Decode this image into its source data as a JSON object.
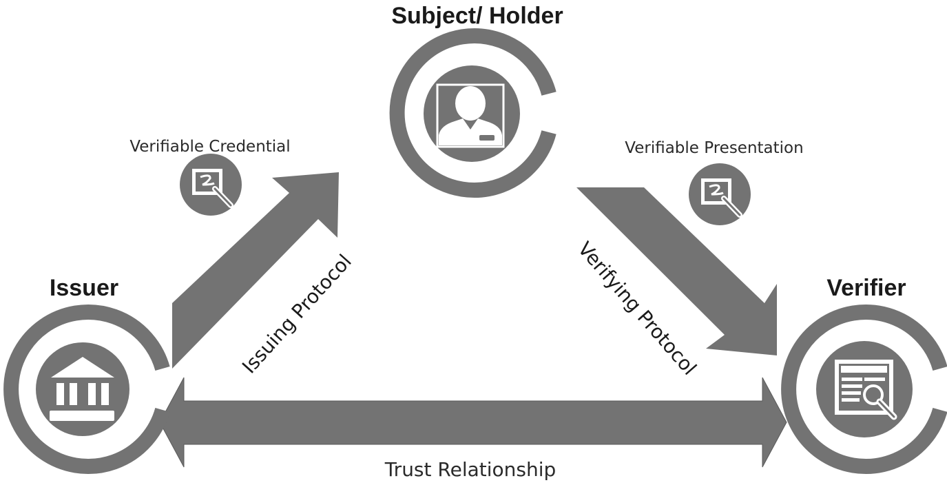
{
  "roles": {
    "holder": "Subject/ Holder",
    "issuer": "Issuer",
    "verifier": "Verifier"
  },
  "documents": {
    "credential": "Verifiable Credential",
    "presentation": "Verifiable Presentation"
  },
  "protocols": {
    "issuing": "Issuing Protocol",
    "verifying": "Verifying Protocol"
  },
  "relationship": {
    "trust": "Trust Relationship"
  },
  "icons": {
    "holder": "person-portrait-icon",
    "issuer": "bank-building-icon",
    "verifier": "document-search-icon",
    "credential": "signed-document-icon",
    "presentation": "signed-document-icon"
  },
  "colors": {
    "shape": "#737373",
    "text": "#1a1a1a",
    "icon_fill": "#ffffff"
  }
}
